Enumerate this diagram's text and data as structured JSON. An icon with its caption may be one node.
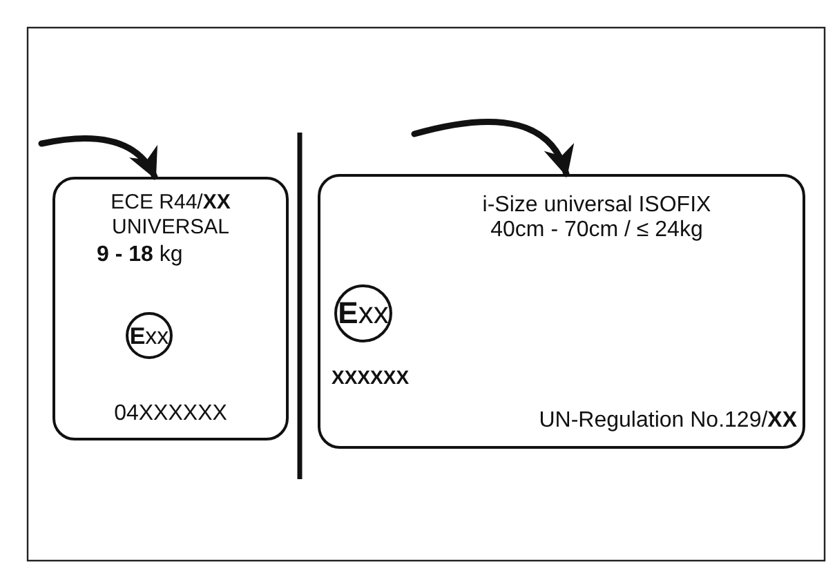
{
  "diagram": {
    "nodes": [
      {
        "text": [
          "ECE R44/**XX**",
          "UNIVERSAL",
          "**9 - 18** kg",
          "04XXXXXX"
        ]
      },
      {
        "text": [
          "**E**xx"
        ],
        "in": 0
      },
      {
        "text": [
          "i-Size universal ISOFIX 40cm - 70cm / ≤ 24kg",
          "XXXXXX",
          "UN-Regulation No.129/**XX**"
        ]
      },
      {
        "text": [
          "**E**xx"
        ],
        "in": 2
      }
    ],
    "edges": [
      {
        "from": null,
        "to": 0,
        "arrow": "to"
      },
      {
        "from": null,
        "to": 2,
        "arrow": "to"
      }
    ]
  }
}
